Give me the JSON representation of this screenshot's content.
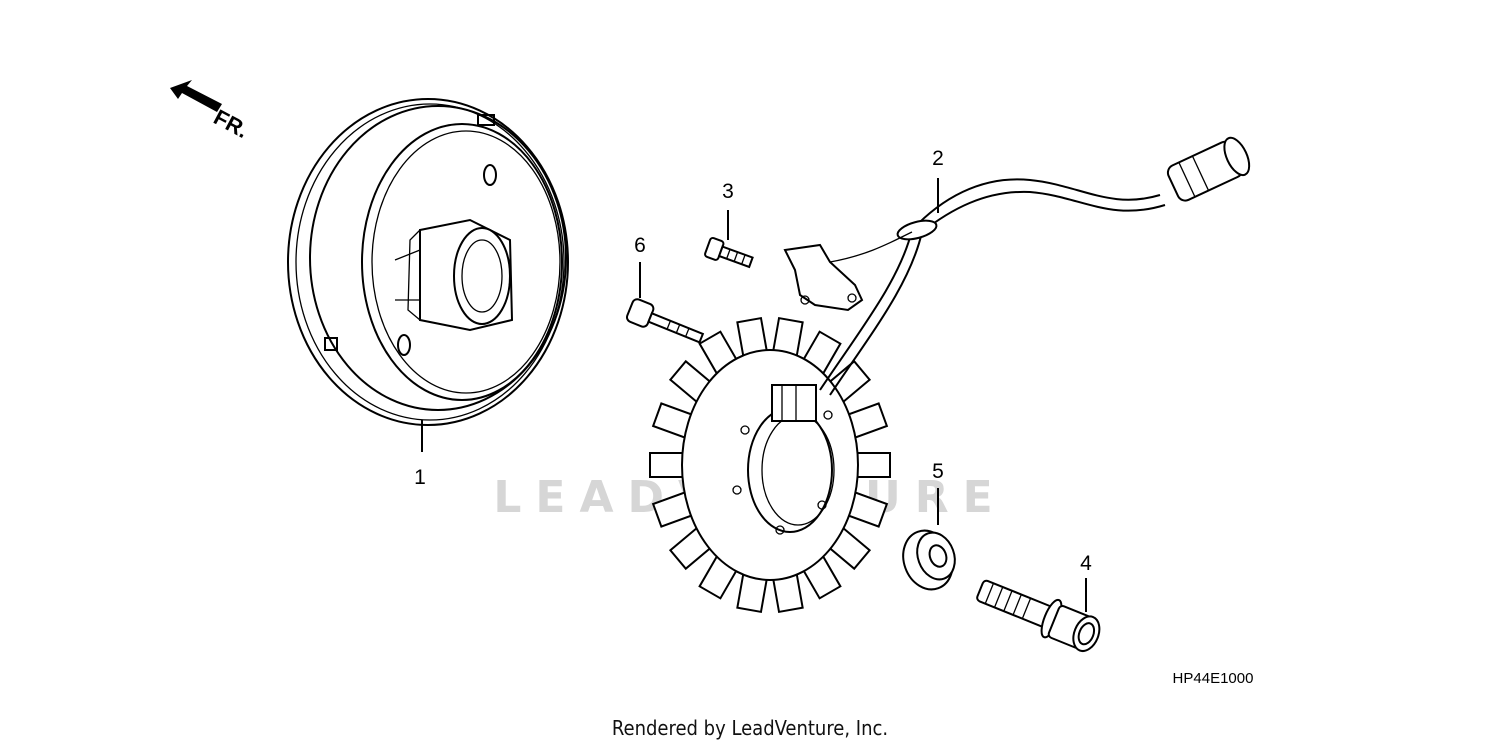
{
  "watermark": "LEADVENTURE",
  "direction_label": "FR.",
  "figure_code": "HP44E1000",
  "footer": "Rendered by LeadVenture, Inc.",
  "callouts": [
    {
      "number": "1",
      "part": "flywheel"
    },
    {
      "number": "2",
      "part": "stator-wire-harness"
    },
    {
      "number": "3",
      "part": "bolt-small"
    },
    {
      "number": "4",
      "part": "flange-bolt"
    },
    {
      "number": "5",
      "part": "washer"
    },
    {
      "number": "6",
      "part": "socket-bolt"
    }
  ]
}
